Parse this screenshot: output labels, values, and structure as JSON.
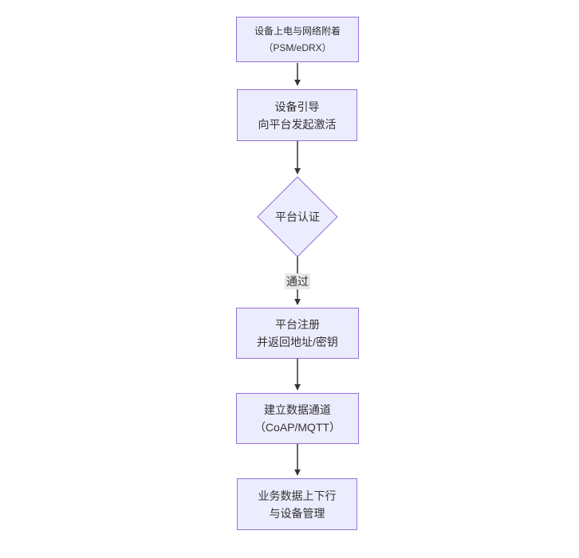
{
  "diagram": {
    "type": "flowchart-top-down",
    "nodes": {
      "box1": {
        "line1": "设备上电与网络附着",
        "line2": "（PSM/eDRX）"
      },
      "box2": {
        "line1": "设备引导",
        "line2": "向平台发起激活"
      },
      "diamond": {
        "label": "平台认证"
      },
      "box3": {
        "line1": "平台注册",
        "line2": "并返回地址/密钥"
      },
      "box4": {
        "line1": "建立数据通道",
        "line2": "（CoAP/MQTT）"
      },
      "box5": {
        "line1": "业务数据上下行",
        "line2": "与设备管理"
      }
    },
    "edges": {
      "auth_pass_label": "通过"
    },
    "colors": {
      "node_fill": "#ECECFF",
      "node_border": "#9370DB",
      "arrow": "#333333",
      "edge_label_bg": "#e8e8e8",
      "text": "#333333",
      "background": "#ffffff"
    }
  }
}
